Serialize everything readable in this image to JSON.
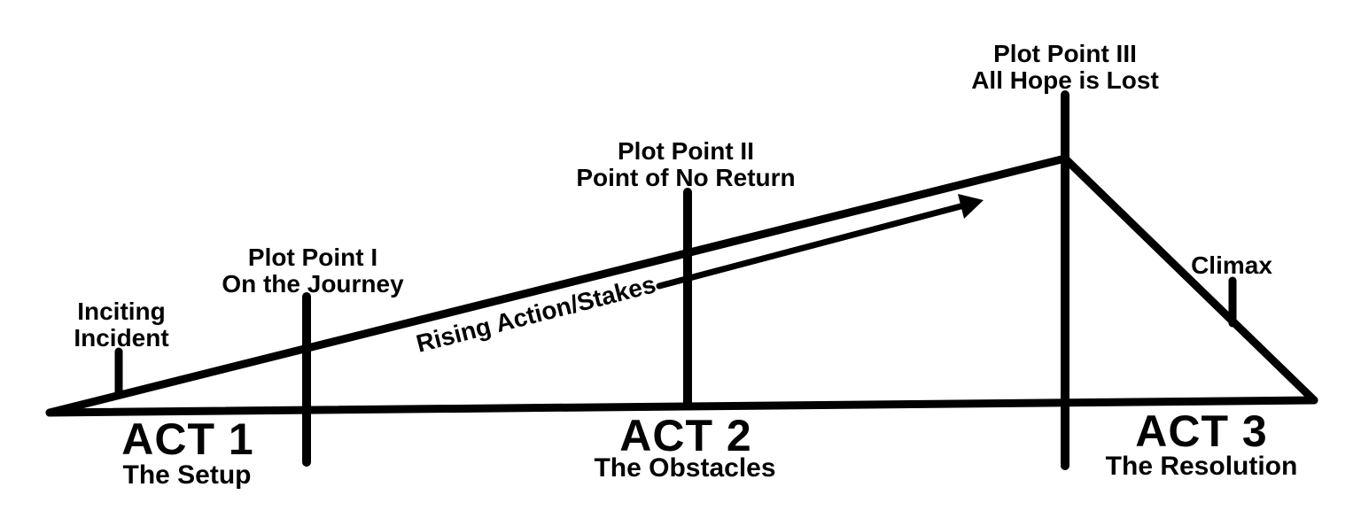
{
  "colors": {
    "ink": "#000000",
    "background": "#ffffff"
  },
  "labels": {
    "inciting_incident": {
      "line1": "Inciting",
      "line2": "Incident"
    },
    "plot_point_1": {
      "line1": "Plot Point I",
      "line2": "On the Journey"
    },
    "plot_point_2": {
      "line1": "Plot Point II",
      "line2": "Point of No Return"
    },
    "plot_point_3": {
      "line1": "Plot Point III",
      "line2": "All Hope is Lost"
    },
    "rising_action": "Rising Action/Stakes",
    "climax": "Climax",
    "acts": [
      {
        "title": "ACT 1",
        "subtitle": "The Setup"
      },
      {
        "title": "ACT 2",
        "subtitle": "The Obstacles"
      },
      {
        "title": "ACT 3",
        "subtitle": "The Resolution"
      }
    ]
  }
}
